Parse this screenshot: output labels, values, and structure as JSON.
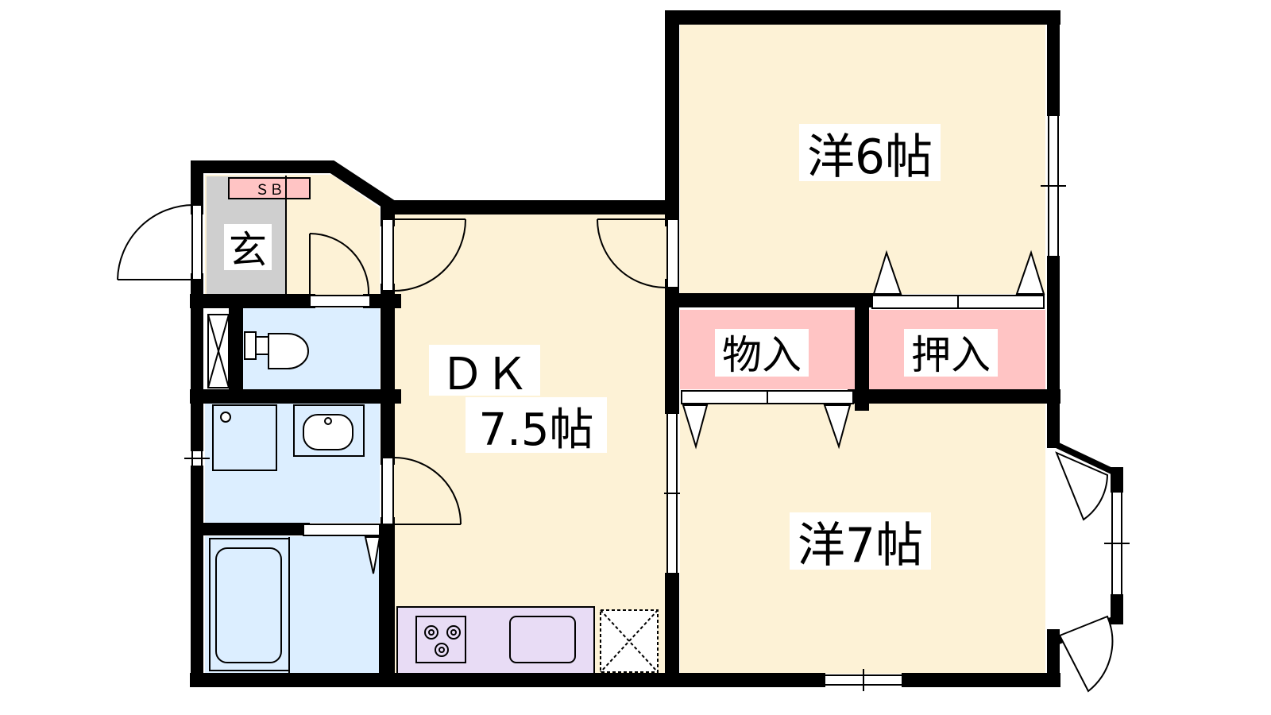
{
  "colors": {
    "wall": "#000000",
    "room_floor": "#fdf2d6",
    "wet_area": "#dceeff",
    "storage": "#ffc4c4",
    "entrance": "#cfcfcf",
    "kitchen": "#e8dcf5"
  },
  "rooms": {
    "western_6": {
      "label": "洋6帖"
    },
    "western_7": {
      "label": "洋7帖"
    },
    "dk_line1": {
      "label": "ＤＫ"
    },
    "dk_line2": {
      "label": "7.5帖"
    },
    "storage_mono": {
      "label": "物入"
    },
    "storage_oshi": {
      "label": "押入"
    },
    "entrance": {
      "label": "玄"
    },
    "shoe_box": {
      "label": "ＳＢ"
    }
  }
}
